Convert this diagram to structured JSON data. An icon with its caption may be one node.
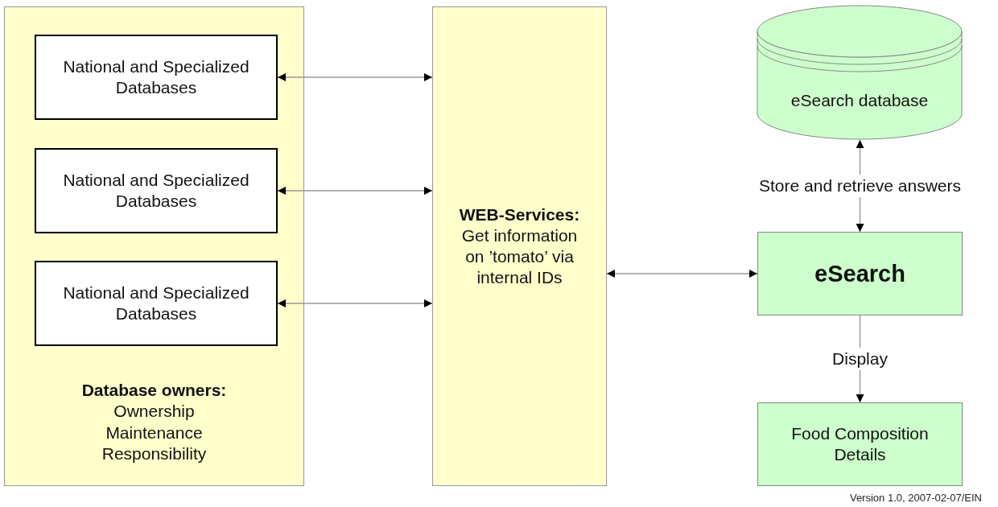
{
  "diagram": {
    "nodes": [
      {
        "text": [
          "Database owners:",
          "Ownership Maintenance Responsibility"
        ]
      },
      {
        "text": [
          "National and Specialized Databases"
        ],
        "in": 0
      },
      {
        "text": [
          "National and Specialized Databases"
        ],
        "in": 0
      },
      {
        "text": [
          "National and Specialized Databases"
        ],
        "in": 0
      },
      {
        "text": [
          "WEB-Services:",
          "Get information on ’tomato’ via internal IDs"
        ]
      },
      {
        "text": [
          "eSearch database"
        ]
      },
      {
        "text": [
          "eSearch"
        ]
      },
      {
        "text": [
          "Food Composition Details"
        ]
      }
    ],
    "edges": [
      {
        "from": 1,
        "to": 4,
        "arrow": "both"
      },
      {
        "from": 2,
        "to": 4,
        "arrow": "both"
      },
      {
        "from": 3,
        "to": 4,
        "arrow": "both"
      },
      {
        "from": 4,
        "to": 6,
        "arrow": "both"
      },
      {
        "from": 6,
        "to": 5,
        "arrow": "both",
        "label": "Store and retrieve answers"
      },
      {
        "from": 6,
        "to": 7,
        "arrow": "to",
        "label": "Display"
      }
    ],
    "labels": [
      "Version 1.0, 2007-02-07/EIN"
    ]
  }
}
